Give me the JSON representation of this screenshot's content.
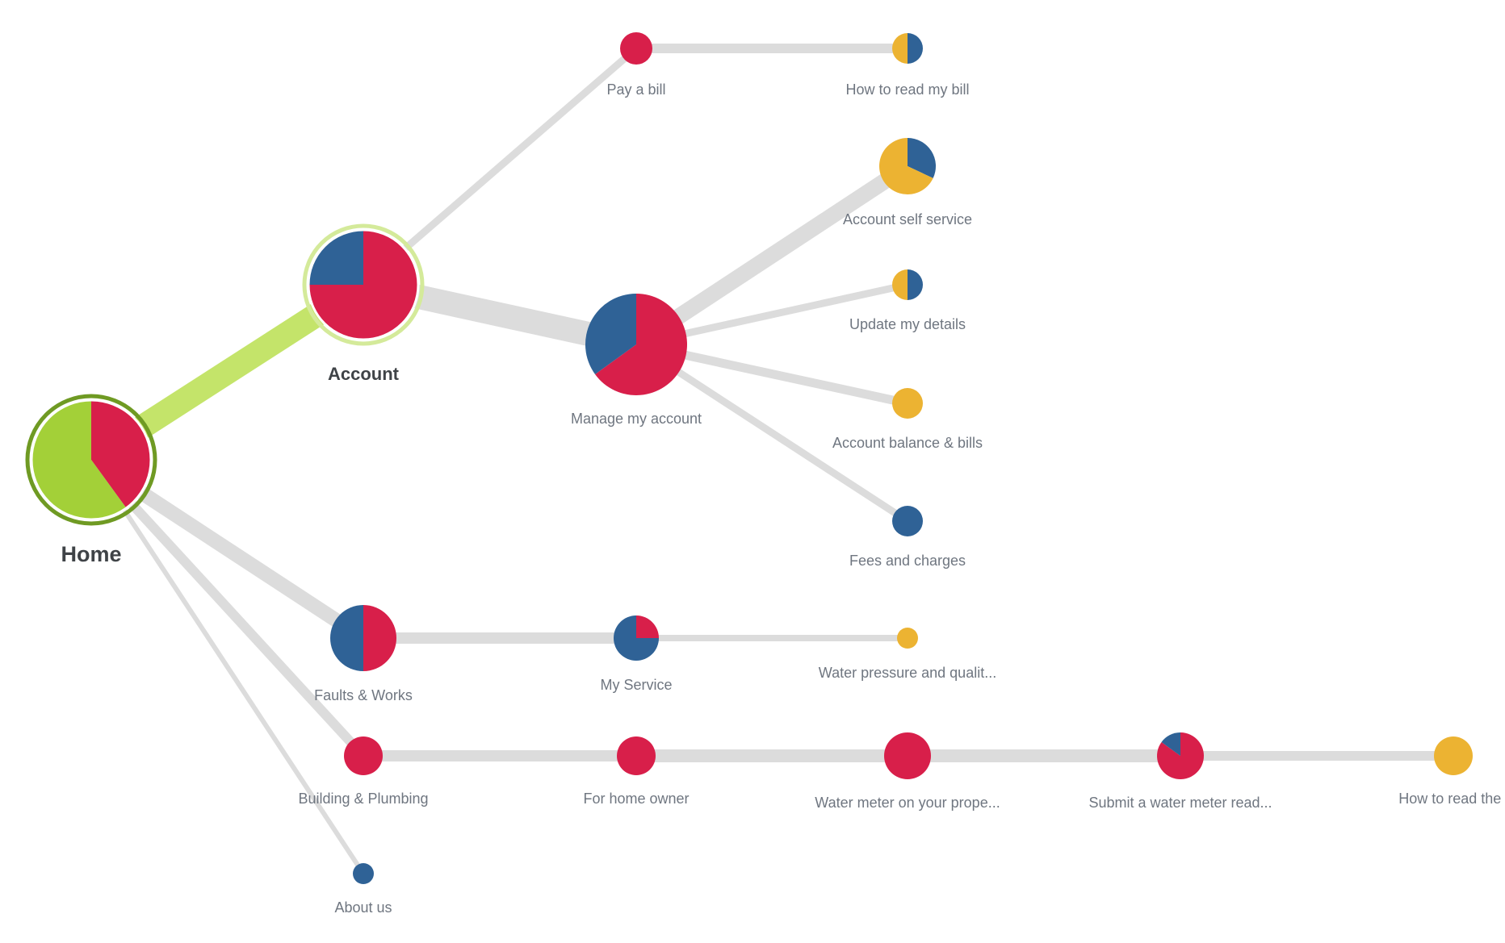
{
  "colors": {
    "red": "#d81f4a",
    "blue": "#2f6296",
    "yellow": "#ecb332",
    "green": "#a3d038",
    "green_ring": "#6f9a23",
    "green_halo": "#d4ea9a",
    "link": "#dcdcdc",
    "link_active": "#c4e46a",
    "label": "#6f7680",
    "label_strong": "#3f4347",
    "background": "#ffffff"
  },
  "nodes": [
    {
      "id": "home",
      "label": "Home",
      "slices": [
        {
          "color": "red",
          "value": 0.4
        },
        {
          "color": "green",
          "value": 0.6
        }
      ],
      "emphasis": "root"
    },
    {
      "id": "account",
      "label": "Account",
      "slices": [
        {
          "color": "red",
          "value": 0.75
        },
        {
          "color": "blue",
          "value": 0.25
        }
      ],
      "emphasis": "selected"
    },
    {
      "id": "pay-a-bill",
      "label": "Pay a bill",
      "slices": [
        {
          "color": "red",
          "value": 1
        }
      ]
    },
    {
      "id": "how-to-read-my-bill",
      "label": "How to read my bill",
      "slices": [
        {
          "color": "blue",
          "value": 0.5
        },
        {
          "color": "yellow",
          "value": 0.5
        }
      ]
    },
    {
      "id": "manage-my-account",
      "label": "Manage my account",
      "slices": [
        {
          "color": "red",
          "value": 0.65
        },
        {
          "color": "blue",
          "value": 0.35
        }
      ]
    },
    {
      "id": "account-self-service",
      "label": "Account self service",
      "slices": [
        {
          "color": "blue",
          "value": 0.32
        },
        {
          "color": "yellow",
          "value": 0.68
        }
      ]
    },
    {
      "id": "update-my-details",
      "label": "Update my details",
      "slices": [
        {
          "color": "blue",
          "value": 0.5
        },
        {
          "color": "yellow",
          "value": 0.5
        }
      ]
    },
    {
      "id": "account-balance-bills",
      "label": "Account balance & bills",
      "slices": [
        {
          "color": "yellow",
          "value": 1
        }
      ]
    },
    {
      "id": "fees-and-charges",
      "label": "Fees and charges",
      "slices": [
        {
          "color": "blue",
          "value": 1
        }
      ]
    },
    {
      "id": "faults-works",
      "label": "Faults & Works",
      "slices": [
        {
          "color": "red",
          "value": 0.5
        },
        {
          "color": "blue",
          "value": 0.5
        }
      ]
    },
    {
      "id": "my-service",
      "label": "My Service",
      "slices": [
        {
          "color": "red",
          "value": 0.25
        },
        {
          "color": "blue",
          "value": 0.75
        }
      ]
    },
    {
      "id": "water-pressure",
      "label": "Water pressure and qualit...",
      "slices": [
        {
          "color": "yellow",
          "value": 1
        }
      ]
    },
    {
      "id": "building-plumbing",
      "label": "Building & Plumbing",
      "slices": [
        {
          "color": "red",
          "value": 1
        }
      ]
    },
    {
      "id": "for-home-owner",
      "label": "For home owner",
      "slices": [
        {
          "color": "red",
          "value": 1
        }
      ]
    },
    {
      "id": "water-meter",
      "label": "Water meter on your prope...",
      "slices": [
        {
          "color": "red",
          "value": 1
        }
      ]
    },
    {
      "id": "submit-meter-read",
      "label": "Submit a water meter read...",
      "slices": [
        {
          "color": "red",
          "value": 0.85
        },
        {
          "color": "blue",
          "value": 0.15
        }
      ]
    },
    {
      "id": "how-to-read-the",
      "label": "How to read the '",
      "slices": [
        {
          "color": "yellow",
          "value": 1
        }
      ]
    },
    {
      "id": "about-us",
      "label": "About us",
      "slices": [
        {
          "color": "blue",
          "value": 1
        }
      ]
    }
  ],
  "links": [
    {
      "source": "home",
      "target": "account",
      "active": true
    },
    {
      "source": "account",
      "target": "pay-a-bill"
    },
    {
      "source": "pay-a-bill",
      "target": "how-to-read-my-bill"
    },
    {
      "source": "account",
      "target": "manage-my-account"
    },
    {
      "source": "manage-my-account",
      "target": "account-self-service"
    },
    {
      "source": "manage-my-account",
      "target": "update-my-details"
    },
    {
      "source": "manage-my-account",
      "target": "account-balance-bills"
    },
    {
      "source": "manage-my-account",
      "target": "fees-and-charges"
    },
    {
      "source": "home",
      "target": "faults-works"
    },
    {
      "source": "faults-works",
      "target": "my-service"
    },
    {
      "source": "my-service",
      "target": "water-pressure"
    },
    {
      "source": "home",
      "target": "building-plumbing"
    },
    {
      "source": "building-plumbing",
      "target": "for-home-owner"
    },
    {
      "source": "for-home-owner",
      "target": "water-meter"
    },
    {
      "source": "water-meter",
      "target": "submit-meter-read"
    },
    {
      "source": "submit-meter-read",
      "target": "how-to-read-the"
    },
    {
      "source": "home",
      "target": "about-us"
    }
  ]
}
